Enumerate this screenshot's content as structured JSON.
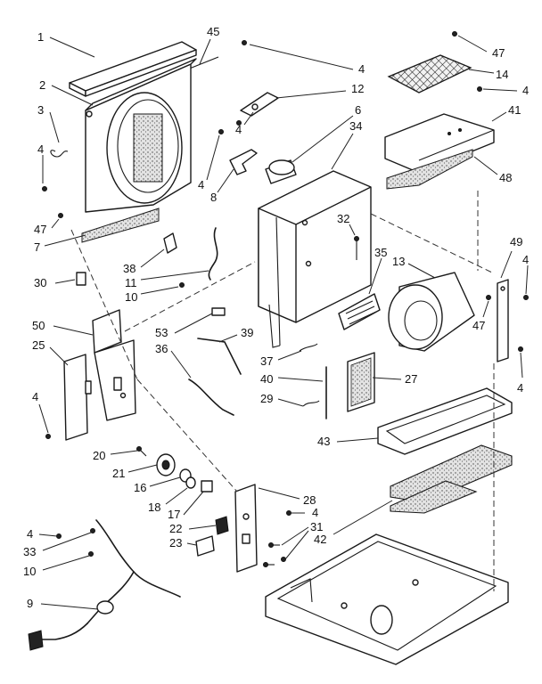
{
  "parts": [
    {
      "id": "1",
      "name": "part-1-top-panel"
    },
    {
      "id": "2",
      "name": "part-2-front-shroud"
    },
    {
      "id": "3",
      "name": "part-3-clip"
    },
    {
      "id": "4",
      "name": "part-4-screw"
    },
    {
      "id": "6",
      "name": "part-6-motor"
    },
    {
      "id": "7",
      "name": "part-7-foam-strip"
    },
    {
      "id": "8",
      "name": "part-8-motor-mount"
    },
    {
      "id": "9",
      "name": "part-9-power-cord"
    },
    {
      "id": "10",
      "name": "part-10-screw"
    },
    {
      "id": "11",
      "name": "part-11-wire"
    },
    {
      "id": "12",
      "name": "part-12-bracket"
    },
    {
      "id": "13",
      "name": "part-13-blower-wheel"
    },
    {
      "id": "14",
      "name": "part-14-filter"
    },
    {
      "id": "16",
      "name": "part-16-bushing"
    },
    {
      "id": "17",
      "name": "part-17-bushing"
    },
    {
      "id": "18",
      "name": "part-18-spacer"
    },
    {
      "id": "20",
      "name": "part-20-screw"
    },
    {
      "id": "21",
      "name": "part-21-knob"
    },
    {
      "id": "22",
      "name": "part-22-switch"
    },
    {
      "id": "23",
      "name": "part-23-thermostat"
    },
    {
      "id": "25",
      "name": "part-25-side-panel"
    },
    {
      "id": "27",
      "name": "part-27-grille"
    },
    {
      "id": "28",
      "name": "part-28-control-bracket"
    },
    {
      "id": "29",
      "name": "part-29-clip"
    },
    {
      "id": "30",
      "name": "part-30-clip"
    },
    {
      "id": "31",
      "name": "part-31-screw"
    },
    {
      "id": "32",
      "name": "part-32-screw"
    },
    {
      "id": "33",
      "name": "part-33-screw"
    },
    {
      "id": "34",
      "name": "part-34-housing"
    },
    {
      "id": "35",
      "name": "part-35-louver"
    },
    {
      "id": "36",
      "name": "part-36-rod"
    },
    {
      "id": "37",
      "name": "part-37-clip"
    },
    {
      "id": "38",
      "name": "part-38-clip"
    },
    {
      "id": "39",
      "name": "part-39-rod"
    },
    {
      "id": "40",
      "name": "part-40-link"
    },
    {
      "id": "41",
      "name": "part-41-cover"
    },
    {
      "id": "42",
      "name": "part-42-foam-pad"
    },
    {
      "id": "43",
      "name": "part-43-drain-pan"
    },
    {
      "id": "45",
      "name": "part-45-rod"
    },
    {
      "id": "47",
      "name": "part-47-screw"
    },
    {
      "id": "48",
      "name": "part-48-foam-strip"
    },
    {
      "id": "49",
      "name": "part-49-bracket"
    },
    {
      "id": "50",
      "name": "part-50-control-panel"
    },
    {
      "id": "53",
      "name": "part-53-connector"
    }
  ],
  "callouts": [
    {
      "label": "1",
      "part": "part-1-top-panel"
    },
    {
      "label": "2",
      "part": "part-2-front-shroud"
    },
    {
      "label": "3",
      "part": "part-3-clip"
    },
    {
      "label": "4",
      "part": "part-4-screw"
    },
    {
      "label": "47",
      "part": "part-47-screw"
    },
    {
      "label": "7",
      "part": "part-7-foam-strip"
    },
    {
      "label": "30",
      "part": "part-30-clip"
    },
    {
      "label": "45",
      "part": "part-45-rod"
    },
    {
      "label": "4",
      "part": "part-4-screw"
    },
    {
      "label": "12",
      "part": "part-12-bracket"
    },
    {
      "label": "4",
      "part": "part-4-screw"
    },
    {
      "label": "6",
      "part": "part-6-motor"
    },
    {
      "label": "4",
      "part": "part-4-screw"
    },
    {
      "label": "8",
      "part": "part-8-motor-mount"
    },
    {
      "label": "34",
      "part": "part-34-housing"
    },
    {
      "label": "47",
      "part": "part-47-screw"
    },
    {
      "label": "14",
      "part": "part-14-filter"
    },
    {
      "label": "4",
      "part": "part-4-screw"
    },
    {
      "label": "41",
      "part": "part-41-cover"
    },
    {
      "label": "48",
      "part": "part-48-foam-strip"
    },
    {
      "label": "38",
      "part": "part-38-clip"
    },
    {
      "label": "11",
      "part": "part-11-wire"
    },
    {
      "label": "10",
      "part": "part-10-screw"
    },
    {
      "label": "32",
      "part": "part-32-screw"
    },
    {
      "label": "35",
      "part": "part-35-louver"
    },
    {
      "label": "13",
      "part": "part-13-blower-wheel"
    },
    {
      "label": "49",
      "part": "part-49-bracket"
    },
    {
      "label": "4",
      "part": "part-4-screw"
    },
    {
      "label": "47",
      "part": "part-47-screw"
    },
    {
      "label": "4",
      "part": "part-4-screw"
    },
    {
      "label": "50",
      "part": "part-50-control-panel"
    },
    {
      "label": "25",
      "part": "part-25-side-panel"
    },
    {
      "label": "4",
      "part": "part-4-screw"
    },
    {
      "label": "53",
      "part": "part-53-connector"
    },
    {
      "label": "36",
      "part": "part-36-rod"
    },
    {
      "label": "39",
      "part": "part-39-rod"
    },
    {
      "label": "37",
      "part": "part-37-clip"
    },
    {
      "label": "40",
      "part": "part-40-link"
    },
    {
      "label": "29",
      "part": "part-29-clip"
    },
    {
      "label": "27",
      "part": "part-27-grille"
    },
    {
      "label": "43",
      "part": "part-43-drain-pan"
    },
    {
      "label": "20",
      "part": "part-20-screw"
    },
    {
      "label": "21",
      "part": "part-21-knob"
    },
    {
      "label": "16",
      "part": "part-16-bushing"
    },
    {
      "label": "18",
      "part": "part-18-spacer"
    },
    {
      "label": "17",
      "part": "part-17-bushing"
    },
    {
      "label": "22",
      "part": "part-22-switch"
    },
    {
      "label": "23",
      "part": "part-23-thermostat"
    },
    {
      "label": "28",
      "part": "part-28-control-bracket"
    },
    {
      "label": "4",
      "part": "part-4-screw"
    },
    {
      "label": "31",
      "part": "part-31-screw"
    },
    {
      "label": "42",
      "part": "part-42-foam-pad"
    },
    {
      "label": "4",
      "part": "part-4-screw"
    },
    {
      "label": "33",
      "part": "part-33-screw"
    },
    {
      "label": "10",
      "part": "part-10-screw"
    },
    {
      "label": "9",
      "part": "part-9-power-cord"
    }
  ]
}
